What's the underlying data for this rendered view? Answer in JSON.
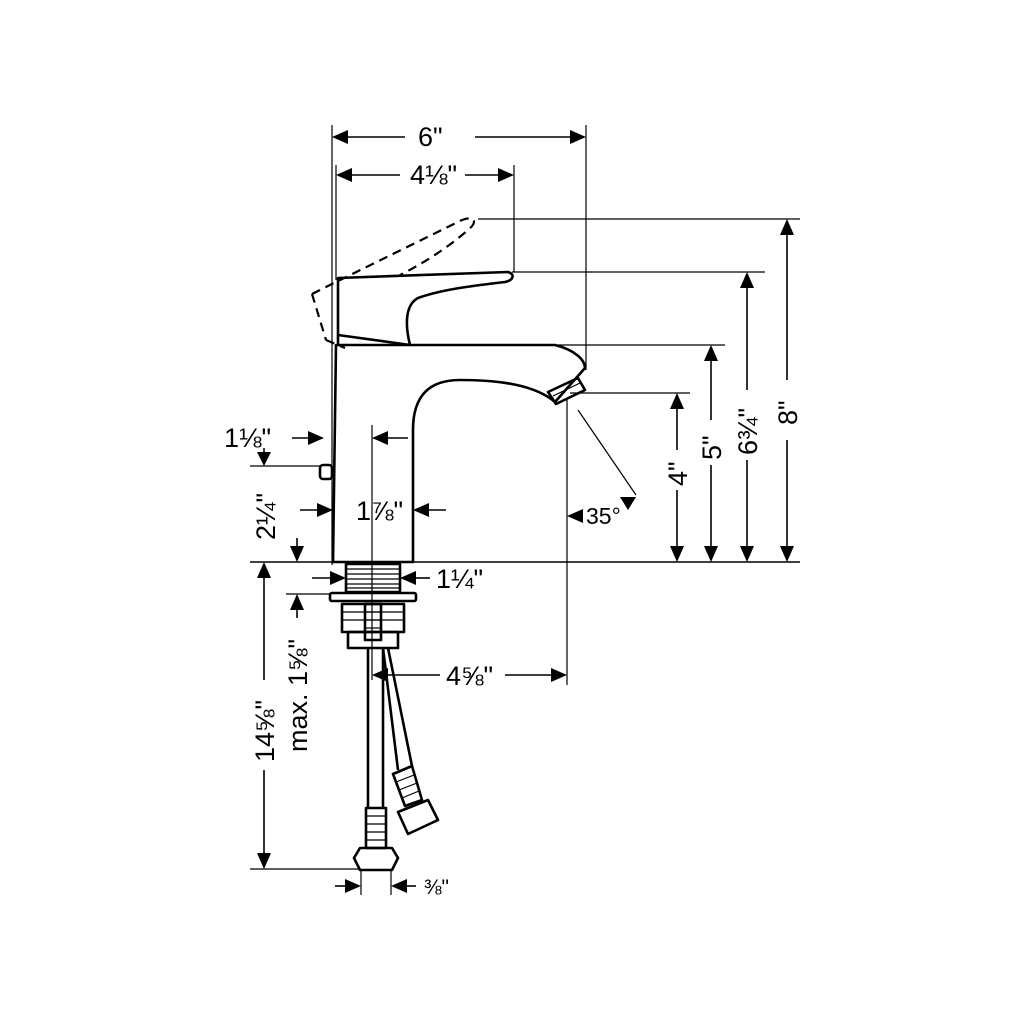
{
  "dimensions": {
    "overall_width": "6\"",
    "handle_reach": "4⅛\"",
    "overall_height": "8\"",
    "handle_height": "6¾\"",
    "spout_height": "5\"",
    "spout_clearance": "4\"",
    "handle_angle": "35°",
    "pop_up_offset": "1⅛\"",
    "pop_up_height": "2¼\"",
    "body_diameter": "1⅞\"",
    "shank_diameter": "1¼\"",
    "max_deck_thickness": "max. 1⅝\"",
    "spout_reach": "4⅝\"",
    "supply_length": "14⅝\"",
    "supply_connection": "⅜\""
  }
}
